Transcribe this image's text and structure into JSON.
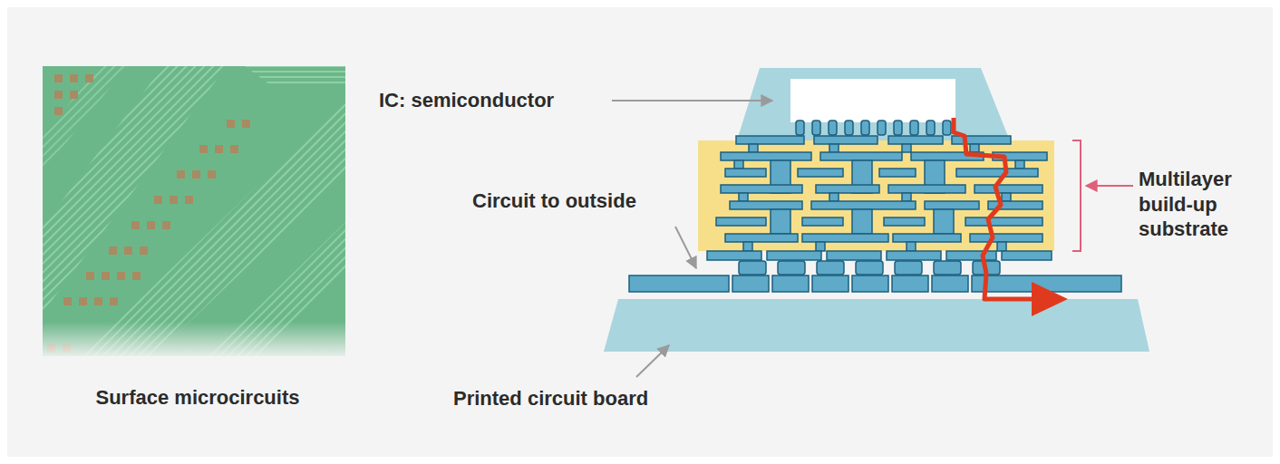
{
  "diagram": {
    "nodes": [
      {
        "text": [
          "Surface microcircuits"
        ]
      }
    ],
    "labels": [
      "IC: semiconductor",
      "Circuit to outside",
      "Multilayer build-up substrate",
      "Printed circuit board"
    ]
  }
}
